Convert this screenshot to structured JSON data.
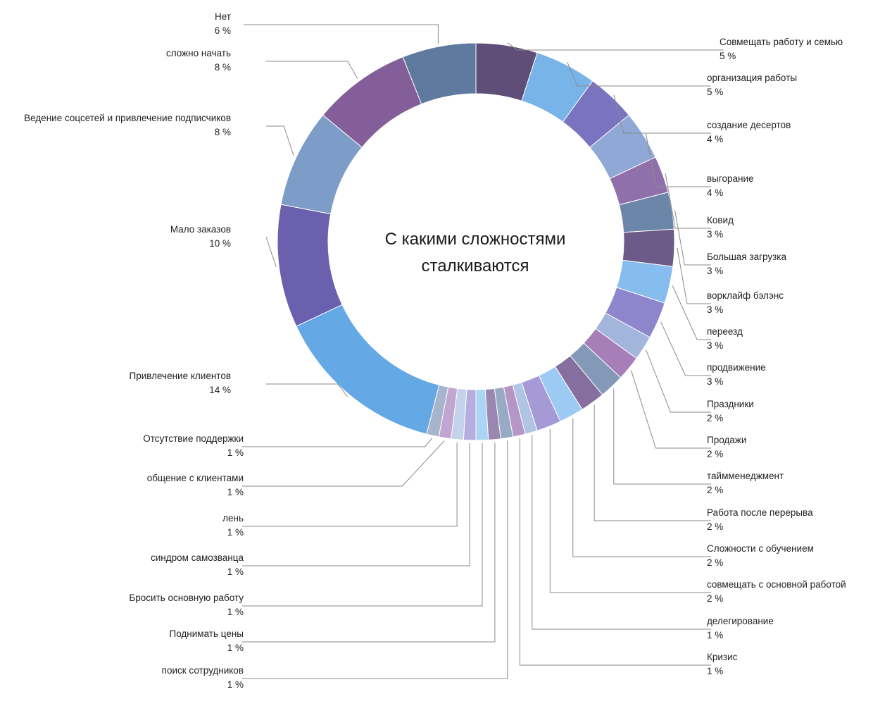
{
  "chart_data": {
    "type": "pie",
    "donut": true,
    "title_lines": [
      "С какими сложностями",
      "сталкиваются"
    ],
    "unit": "%",
    "slices": [
      {
        "label": "Совмещать работу и семью",
        "value": 5,
        "color": "#5e4e78"
      },
      {
        "label": "организация работы",
        "value": 5,
        "color": "#78b4e8"
      },
      {
        "label": "создание десертов",
        "value": 4,
        "color": "#7a74c0"
      },
      {
        "label": "выгорание",
        "value": 4,
        "color": "#8fa8d6"
      },
      {
        "label": "Ковид",
        "value": 3,
        "color": "#9070aa"
      },
      {
        "label": "Большая загрузка",
        "value": 3,
        "color": "#6c86aa"
      },
      {
        "label": "ворклайф бэлэнс",
        "value": 3,
        "color": "#6c5a88"
      },
      {
        "label": "переезд",
        "value": 3,
        "color": "#86bcee"
      },
      {
        "label": "продвижение",
        "value": 3,
        "color": "#8e86cc"
      },
      {
        "label": "Праздники",
        "value": 2,
        "color": "#a2b6dc"
      },
      {
        "label": "Продажи",
        "value": 2,
        "color": "#a67eb8"
      },
      {
        "label": "таймменеджмент",
        "value": 2,
        "color": "#8498b8"
      },
      {
        "label": "Работа после перерыва",
        "value": 2,
        "color": "#866e9e"
      },
      {
        "label": "Сложности с обучением",
        "value": 2,
        "color": "#9ccaf2"
      },
      {
        "label": "совмещать с основной работой",
        "value": 2,
        "color": "#a69ad6"
      },
      {
        "label": "делегирование",
        "value": 1,
        "color": "#b0c4e4"
      },
      {
        "label": "Кризис",
        "value": 1,
        "color": "#b696c6"
      },
      {
        "label": "поиск сотрудников",
        "value": 1,
        "color": "#98aac6"
      },
      {
        "label": "Поднимать цены",
        "value": 1,
        "color": "#9a88b0"
      },
      {
        "label": "Бросить основную работу",
        "value": 1,
        "color": "#acd4f4"
      },
      {
        "label": "синдром самозванца",
        "value": 1,
        "color": "#b6aee0"
      },
      {
        "label": "лень",
        "value": 1,
        "color": "#c4d2ec"
      },
      {
        "label": "общение с клиентами",
        "value": 1,
        "color": "#c0a6d0"
      },
      {
        "label": "Отсутствие поддержки",
        "value": 1,
        "color": "#a6b4cc"
      },
      {
        "label": "Привлечение клиентов",
        "value": 14,
        "color": "#64a8e6"
      },
      {
        "label": "Мало заказов",
        "value": 10,
        "color": "#6a60ae"
      },
      {
        "label": "Ведение соцсетей и привлечение подписчиков",
        "value": 8,
        "color": "#7e9cc8"
      },
      {
        "label": "сложно начать",
        "value": 8,
        "color": "#845e98"
      },
      {
        "label": "Нет",
        "value": 6,
        "color": "#5e7a9e"
      }
    ]
  }
}
